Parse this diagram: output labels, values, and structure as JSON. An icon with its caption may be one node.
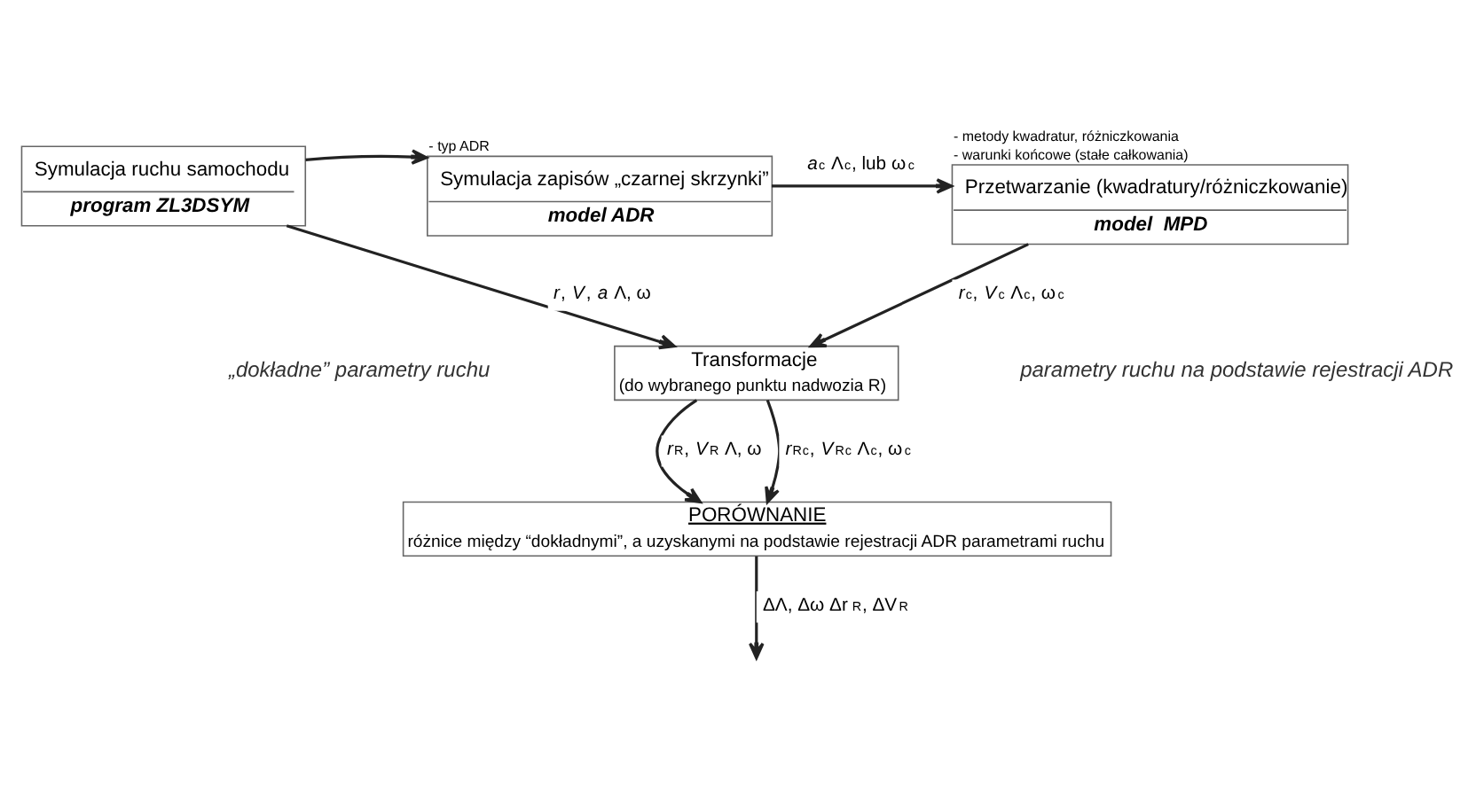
{
  "diagram": {
    "nodes": [
      {
        "text": [
          "Symulacja ruchu samochodu",
          "program ZL3DSYM"
        ]
      },
      {
        "text": [
          "Symulacja zapisów „czarnej skrzynki”",
          "model ADR"
        ],
        "beside": [
          "- typ ADR"
        ]
      },
      {
        "text": [
          "Przetwarzanie (kwadratury/różniczkowanie)",
          "model  MPD"
        ],
        "beside": [
          "- metody kwadratur, różniczkowania",
          "- warunki końcowe (stałe całkowania)"
        ]
      },
      {
        "text": [
          "Transformacje",
          "(do wybranego punktu nadwozia R)"
        ]
      },
      {
        "text": [
          "PORÓWNANIE",
          "różnice między “dokładnymi”, a uzyskanymi na podstawie rejestracji ADR parametrami ruchu"
        ]
      }
    ],
    "edges": [
      {
        "from": 0,
        "to": 1,
        "arrow": "to"
      },
      {
        "from": 1,
        "to": 2,
        "arrow": "to",
        "label": "*a*$^{c}$ Λ$^{c}$, lub ω$^{c}$"
      },
      {
        "from": 0,
        "to": 3,
        "arrow": "to",
        "label": "*r*, *V*, *a* Λ, ω"
      },
      {
        "from": 2,
        "to": 3,
        "arrow": "to",
        "label": "*r*$^{c}$, *V*$^{c}$ Λ$^{c}$, ω$^{c}$"
      },
      {
        "from": 3,
        "to": 4,
        "arrow": "to",
        "label": "*r*$_{R}$, *V*$_{R}$ Λ, ω"
      },
      {
        "from": 3,
        "to": 4,
        "arrow": "to",
        "label": "*r*$_{R}$$^{c}$, *V*$_{R}$$^{c}$ Λ$^{c}$, ω$^{c}$"
      },
      {
        "from": 4,
        "to": null,
        "arrow": "to",
        "label": "ΔΛ, Δω Δr$_{R}$, ΔV$_{R}$"
      }
    ],
    "labels": [
      "„dokładne” parametry ruchu",
      "parametry ruchu na podstawie rejestracji ADR"
    ]
  }
}
